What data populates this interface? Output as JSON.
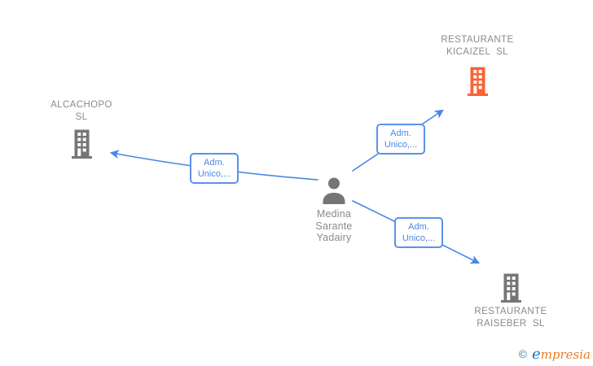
{
  "diagram": {
    "edge_color": "#4a86e8",
    "nodes": {
      "kicaizel": {
        "type": "company",
        "icon": "building-icon",
        "icon_color": "#fb6234",
        "label_lines": [
          "RESTAURANTE",
          "KICAIZEL  SL"
        ]
      },
      "alcachopo": {
        "type": "company",
        "icon": "building-icon",
        "icon_color": "#757575",
        "label_lines": [
          "ALCACHOPO",
          "SL"
        ]
      },
      "raiseber": {
        "type": "company",
        "icon": "building-icon",
        "icon_color": "#757575",
        "label_lines": [
          "RESTAURANTE",
          "RAISEBER  SL"
        ]
      },
      "person": {
        "type": "person",
        "icon": "person-icon",
        "icon_color": "#757575",
        "label_lines": [
          "Medina",
          "Sarante",
          "Yadairy"
        ]
      }
    },
    "edges": [
      {
        "from": "person",
        "to": "alcachopo",
        "label_lines": [
          "Adm.",
          "Unico,..."
        ]
      },
      {
        "from": "person",
        "to": "kicaizel",
        "label_lines": [
          "Adm.",
          "Unico,..."
        ]
      },
      {
        "from": "person",
        "to": "raiseber",
        "label_lines": [
          "Adm.",
          "Unico,..."
        ]
      }
    ],
    "text_color": "#8a8a8a"
  },
  "watermark": {
    "copyright": "©",
    "brand_e": "e",
    "brand_rest": "mpresia"
  }
}
